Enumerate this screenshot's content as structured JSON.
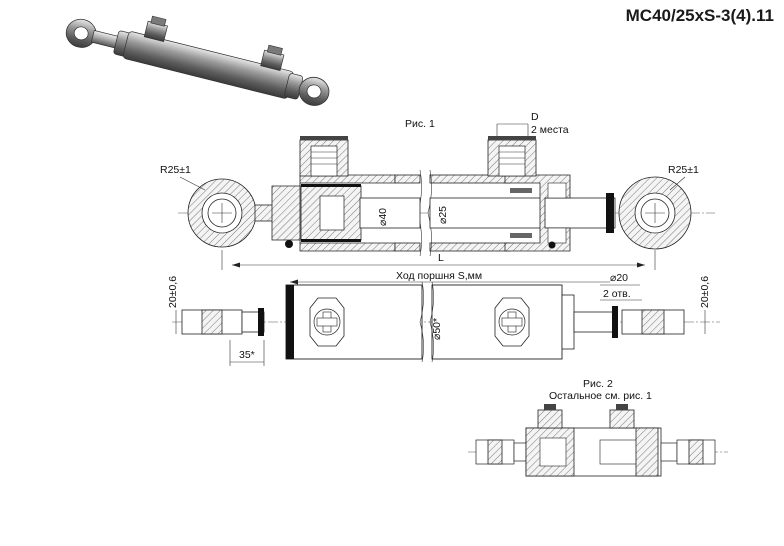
{
  "header": {
    "model": "MC40/25xS-3(4).11"
  },
  "figure1": {
    "caption": "Рис. 1",
    "port_d_label": "D",
    "ports_count_label": "2 места",
    "radius_left": "R25±1",
    "radius_right": "R25±1",
    "bore_dia": "⌀40",
    "rod_dia": "⌀25",
    "length_label": "L",
    "stroke_label": "Ход поршня S,мм",
    "tube_dia": "⌀50*",
    "eye_width_left": "20±0,6",
    "eye_width_right": "20±0,6",
    "hole_dia": "⌀20",
    "holes_count": "2 отв.",
    "dim_35": "35*"
  },
  "figure2": {
    "caption": "Рис. 2",
    "note": "Остальное см. рис. 1"
  }
}
